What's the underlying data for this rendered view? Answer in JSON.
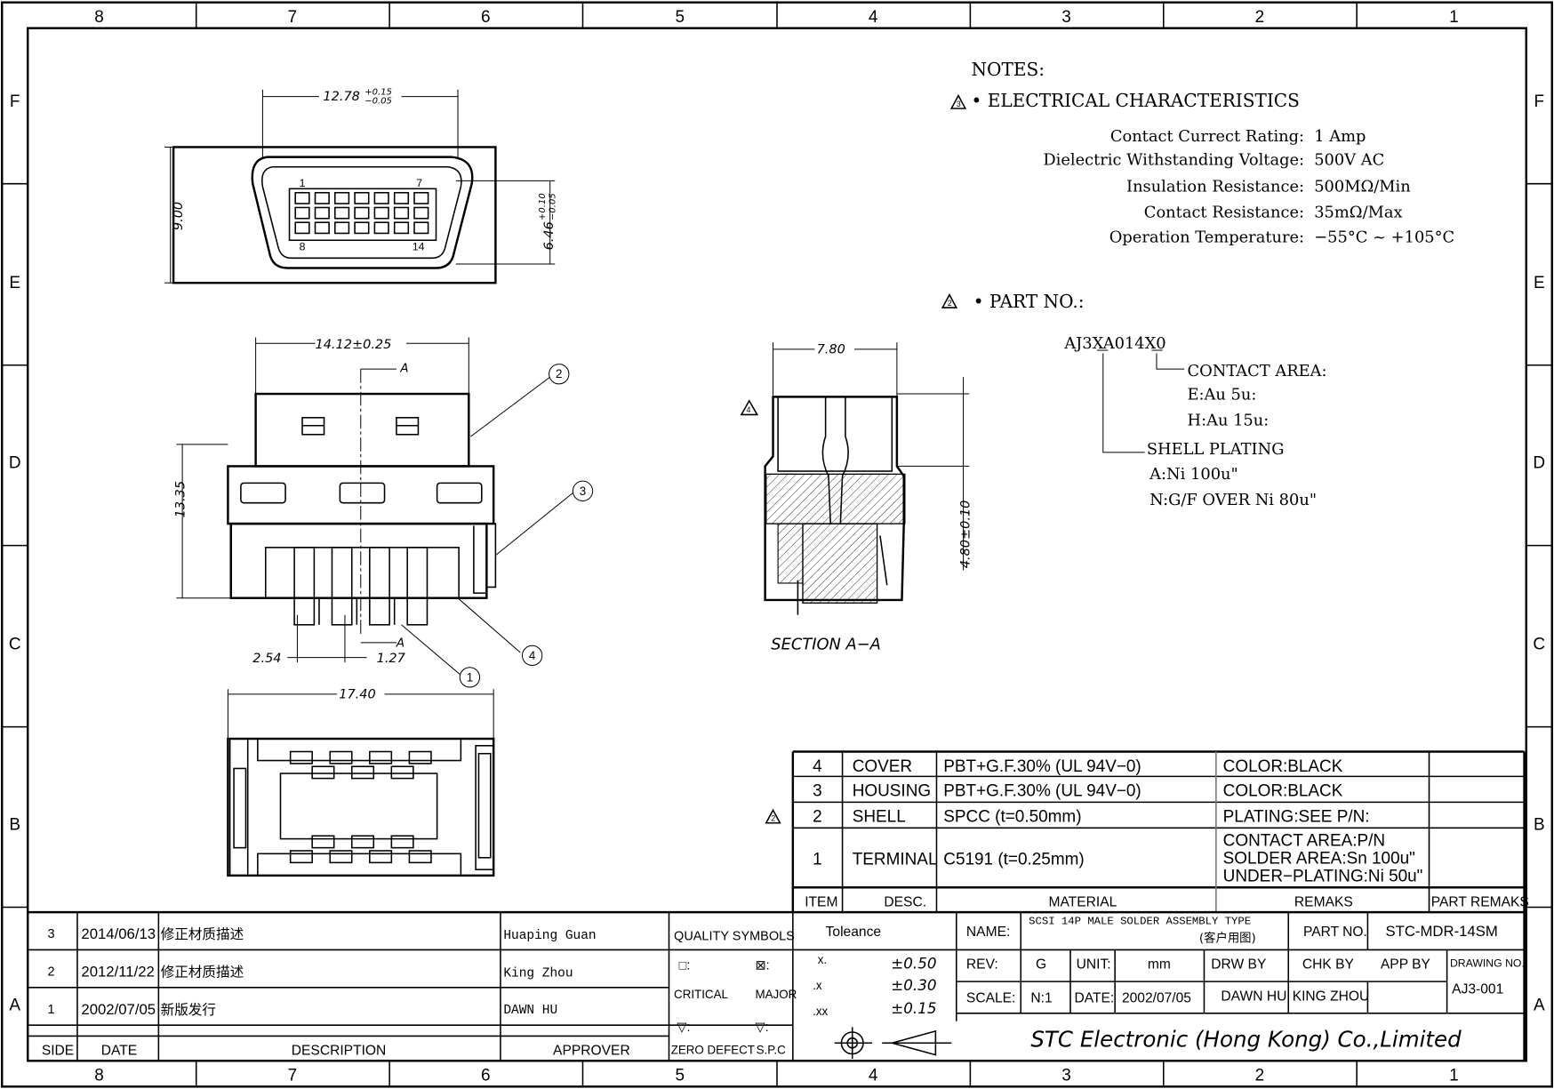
{
  "zones": {
    "columns": [
      "8",
      "7",
      "6",
      "5",
      "4",
      "3",
      "2",
      "1"
    ],
    "rows": [
      "F",
      "E",
      "D",
      "C",
      "B",
      "A"
    ]
  },
  "notes": {
    "title": "NOTES:",
    "electrical_heading": "• ELECTRICAL CHARACTERISTICS",
    "electrical_rev_mark": "3",
    "specs": [
      {
        "label": "Contact Currect Rating:",
        "value": "1 Amp"
      },
      {
        "label": "Dielectric Withstanding Voltage:",
        "value": "500V AC"
      },
      {
        "label": "Insulation Resistance:",
        "value": "500MΩ/Min"
      },
      {
        "label": "Contact Resistance:",
        "value": "35mΩ/Max"
      },
      {
        "label": "Operation Temperature:",
        "value": "−55°C ~ +105°C"
      }
    ],
    "part_heading": "• PART NO.:",
    "part_rev_mark": "2",
    "part_code": "AJ3XA014X0",
    "contact_area": [
      "CONTACT AREA:",
      "E:Au 5u:",
      "H:Au 15u:"
    ],
    "shell_plating": [
      "SHELL PLATING",
      "A:Ni 100u\"",
      "N:G/F OVER Ni 80u\""
    ]
  },
  "dimensions": {
    "front_width": "12.78",
    "front_width_tol_plus": "+0.15",
    "front_width_tol_minus": "−0.05",
    "front_height": "9.00",
    "front_inner_height": "6.46",
    "front_inner_tol_plus": "+0.10",
    "front_inner_tol_minus": "−0.05",
    "side_width": "14.12±0.25",
    "side_height": "13.35",
    "pitch_a": "2.54",
    "pitch_b": "1.27",
    "bottom_width": "17.40",
    "section_width": "7.80",
    "section_height": "4.80±0.10",
    "section_marker": "A",
    "section_rev_mark": "4"
  },
  "pin_labels": [
    "1",
    "7",
    "8",
    "14"
  ],
  "balloons": [
    "1",
    "2",
    "3",
    "4"
  ],
  "section_label": "SECTION A−A",
  "bom": {
    "headers": [
      "ITEM",
      "DESC.",
      "MATERIAL",
      "REMAKS",
      "PART REMAKS"
    ],
    "rows": [
      {
        "item": "4",
        "desc": "COVER",
        "material": "PBT+G.F.30% (UL 94V−0)",
        "remarks": [
          "COLOR:BLACK"
        ]
      },
      {
        "item": "3",
        "desc": "HOUSING",
        "material": "PBT+G.F.30% (UL 94V−0)",
        "remarks": [
          "COLOR:BLACK"
        ]
      },
      {
        "item": "2",
        "desc": "SHELL",
        "material": "SPCC (t=0.50mm)",
        "remarks": [
          "PLATING:SEE P/N:"
        ],
        "rev_mark": "2"
      },
      {
        "item": "1",
        "desc": "TERMINAL",
        "material": "C5191 (t=0.25mm)",
        "remarks": [
          "CONTACT AREA:P/N",
          "SOLDER AREA:Sn 100u\"",
          "UNDER−PLATING:Ni 50u\""
        ]
      }
    ]
  },
  "revisions": {
    "headers": [
      "SIDE",
      "DATE",
      "DESCRIPTION",
      "APPROVER"
    ],
    "rows": [
      {
        "side": "3",
        "date": "2014/06/13",
        "desc": "修正材质描述",
        "approver": "Huaping Guan"
      },
      {
        "side": "2",
        "date": "2012/11/22",
        "desc": "修正材质描述",
        "approver": "King Zhou"
      },
      {
        "side": "1",
        "date": "2002/07/05",
        "desc": "新版发行",
        "approver": "DAWN HU"
      }
    ]
  },
  "quality": {
    "title": "QUALITY SYMBOLS",
    "critical_symbol": "□:",
    "critical": "CRITICAL",
    "major_symbol": "⊠:",
    "major": "MAJOR",
    "zero_symbol": "▽:",
    "zero_defect": "ZERO DEFECT",
    "spc_symbol": "▽:",
    "spc": "S.P.C"
  },
  "tolerance": {
    "title": "Toleance",
    "rows": [
      {
        "label": "x.",
        "value": "±0.50"
      },
      {
        "label": ".x",
        "value": "±0.30"
      },
      {
        "label": ".xx",
        "value": "±0.15"
      }
    ]
  },
  "title_block": {
    "name_label": "NAME:",
    "name": "SCSI 14P MALE SOLDER ASSEMBLY TYPE",
    "name_sub": "(客户用图)",
    "part_no_label": "PART NO.",
    "part_no": "STC-MDR-14SM",
    "rev_label": "REV:",
    "rev": "G",
    "unit_label": "UNIT:",
    "unit": "mm",
    "scale_label": "SCALE:",
    "scale": "N:1",
    "date_label": "DATE:",
    "date": "2002/07/05",
    "drw_label": "DRW BY",
    "chk_label": "CHK BY",
    "app_label": "APP BY",
    "drw": "DAWN HU",
    "chk": "KING ZHOU",
    "drawing_no_label": "DRAWING NO.",
    "drawing_no": "AJ3-001",
    "company": "STC Electronic (Hong Kong) Co.,Limited"
  }
}
